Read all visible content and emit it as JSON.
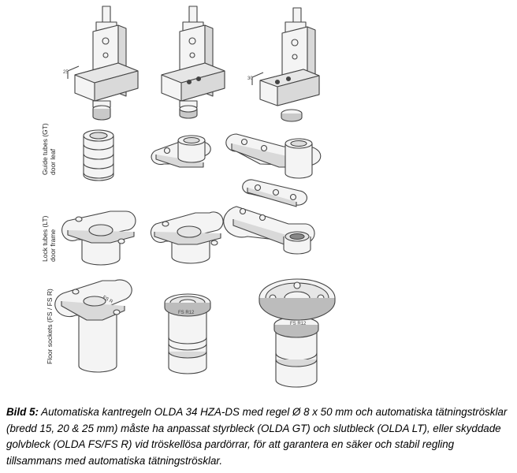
{
  "row_labels": [
    {
      "line1": "Guide tubes (GT)",
      "line2": "door leaf"
    },
    {
      "line1": "Lock tubes (LT)",
      "line2": "door frame"
    },
    {
      "line1": "Floor sockets (FS / FS R)",
      "line2": ""
    }
  ],
  "socket_marks": {
    "a": "FS R",
    "b": "FS R12",
    "c": "FS R12"
  },
  "dimension_marks": {
    "a": "25",
    "b": "30"
  },
  "caption": {
    "label": "Bild 5:",
    "text": "Automatiska kantregeln OLDA 34 HZA-DS med regel Ø 8 x 50 mm och automatiska tätningströsklar (bredd 15, 20 & 25 mm) måste ha anpassat styrbleck (OLDA GT) och slutbleck (OLDA LT), eller skyddade golvbleck (OLDA FS/FS R) vid tröskellösa pardörrar, för att garantera en säker och stabil regling tillsammans med automatiska tätningströsklar."
  },
  "colors": {
    "line": "#444444",
    "fill": "#f4f4f4",
    "shade": "#d9d9d9",
    "dark": "#9a9a9a"
  }
}
